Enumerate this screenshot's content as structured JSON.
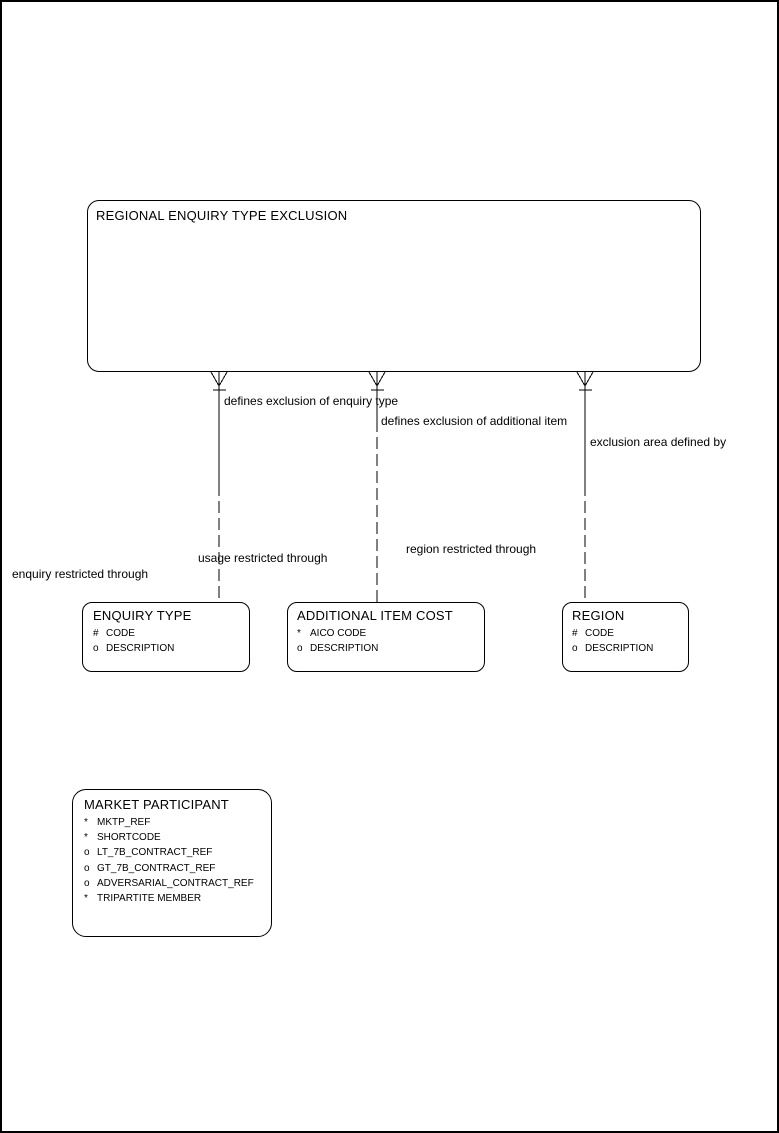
{
  "colors": {
    "background": "#ffffff",
    "line": "#000000",
    "text": "#000000"
  },
  "entities": {
    "regional_enquiry_type_exclusion": {
      "title": "REGIONAL ENQUIRY TYPE EXCLUSION",
      "attributes": []
    },
    "enquiry_type": {
      "title": "ENQUIRY TYPE",
      "attributes": [
        {
          "prefix": "#",
          "name": "CODE"
        },
        {
          "prefix": "o",
          "name": "DESCRIPTION"
        }
      ]
    },
    "additional_item_cost": {
      "title": "ADDITIONAL ITEM COST",
      "attributes": [
        {
          "prefix": "*",
          "name": "AICO CODE"
        },
        {
          "prefix": "o",
          "name": "DESCRIPTION"
        }
      ]
    },
    "region": {
      "title": "REGION",
      "attributes": [
        {
          "prefix": "#",
          "name": "CODE"
        },
        {
          "prefix": "o",
          "name": "DESCRIPTION"
        }
      ]
    },
    "market_participant": {
      "title": "MARKET PARTICIPANT",
      "attributes": [
        {
          "prefix": "*",
          "name": "MKTP_REF"
        },
        {
          "prefix": "*",
          "name": "SHORTCODE"
        },
        {
          "prefix": "o",
          "name": "LT_7B_CONTRACT_REF"
        },
        {
          "prefix": "o",
          "name": "GT_7B_CONTRACT_REF"
        },
        {
          "prefix": "o",
          "name": "ADVERSARIAL_CONTRACT_REF"
        },
        {
          "prefix": "*",
          "name": "TRIPARTITE MEMBER"
        }
      ]
    }
  },
  "relationships": [
    {
      "from": "REGIONAL ENQUIRY TYPE EXCLUSION",
      "to": "ENQUIRY TYPE",
      "near_label": "defines exclusion of enquiry type",
      "far_label": "enquiry restricted through"
    },
    {
      "from": "REGIONAL ENQUIRY TYPE EXCLUSION",
      "to": "ADDITIONAL ITEM COST",
      "near_label": "defines exclusion of additional item",
      "far_label": "usage restricted through"
    },
    {
      "from": "REGIONAL ENQUIRY TYPE EXCLUSION",
      "to": "REGION",
      "near_label": "exclusion area defined by",
      "far_label": "region restricted through"
    }
  ]
}
